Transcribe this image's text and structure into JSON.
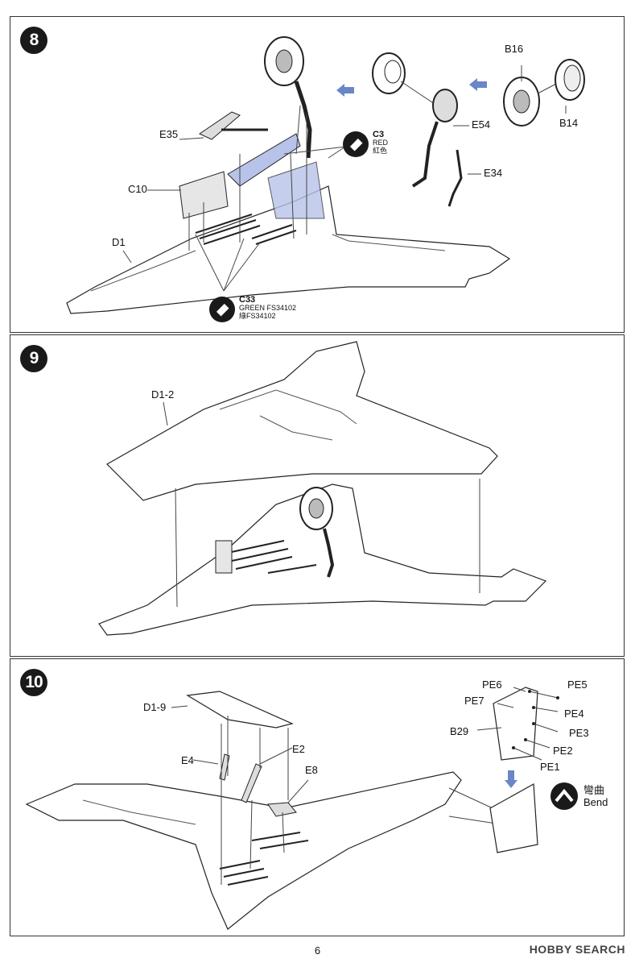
{
  "steps": {
    "s8": {
      "number": "8",
      "labels": {
        "e35": "E35",
        "c10": "C10",
        "d1": "D1",
        "b16": "B16",
        "b14": "B14",
        "e54": "E54",
        "e34": "E34"
      },
      "paint_red": {
        "code": "C3",
        "name": "RED",
        "name_cn": "紅色",
        "color": "#c02020"
      },
      "paint_green": {
        "code": "C33",
        "name": "GREEN FS34102",
        "name_cn": "綠FS34102",
        "color": "#3a6b35"
      },
      "highlight_color": "#b8c3ea"
    },
    "s9": {
      "number": "9",
      "labels": {
        "d1_2": "D1-2"
      }
    },
    "s10": {
      "number": "10",
      "labels": {
        "d1_9": "D1-9",
        "e4": "E4",
        "e2": "E2",
        "e8": "E8",
        "pe6": "PE6",
        "pe5": "PE5",
        "pe7": "PE7",
        "pe4": "PE4",
        "b29": "B29",
        "pe3": "PE3",
        "pe2": "PE2",
        "pe1": "PE1"
      },
      "bend": {
        "cn": "彎曲",
        "en": "Bend",
        "icon": "bend-icon"
      }
    }
  },
  "icons": {
    "arrow": "direction-arrow-icon",
    "paint": "paint-brush-icon"
  },
  "page_number": "6",
  "watermark": "HOBBY SEARCH"
}
